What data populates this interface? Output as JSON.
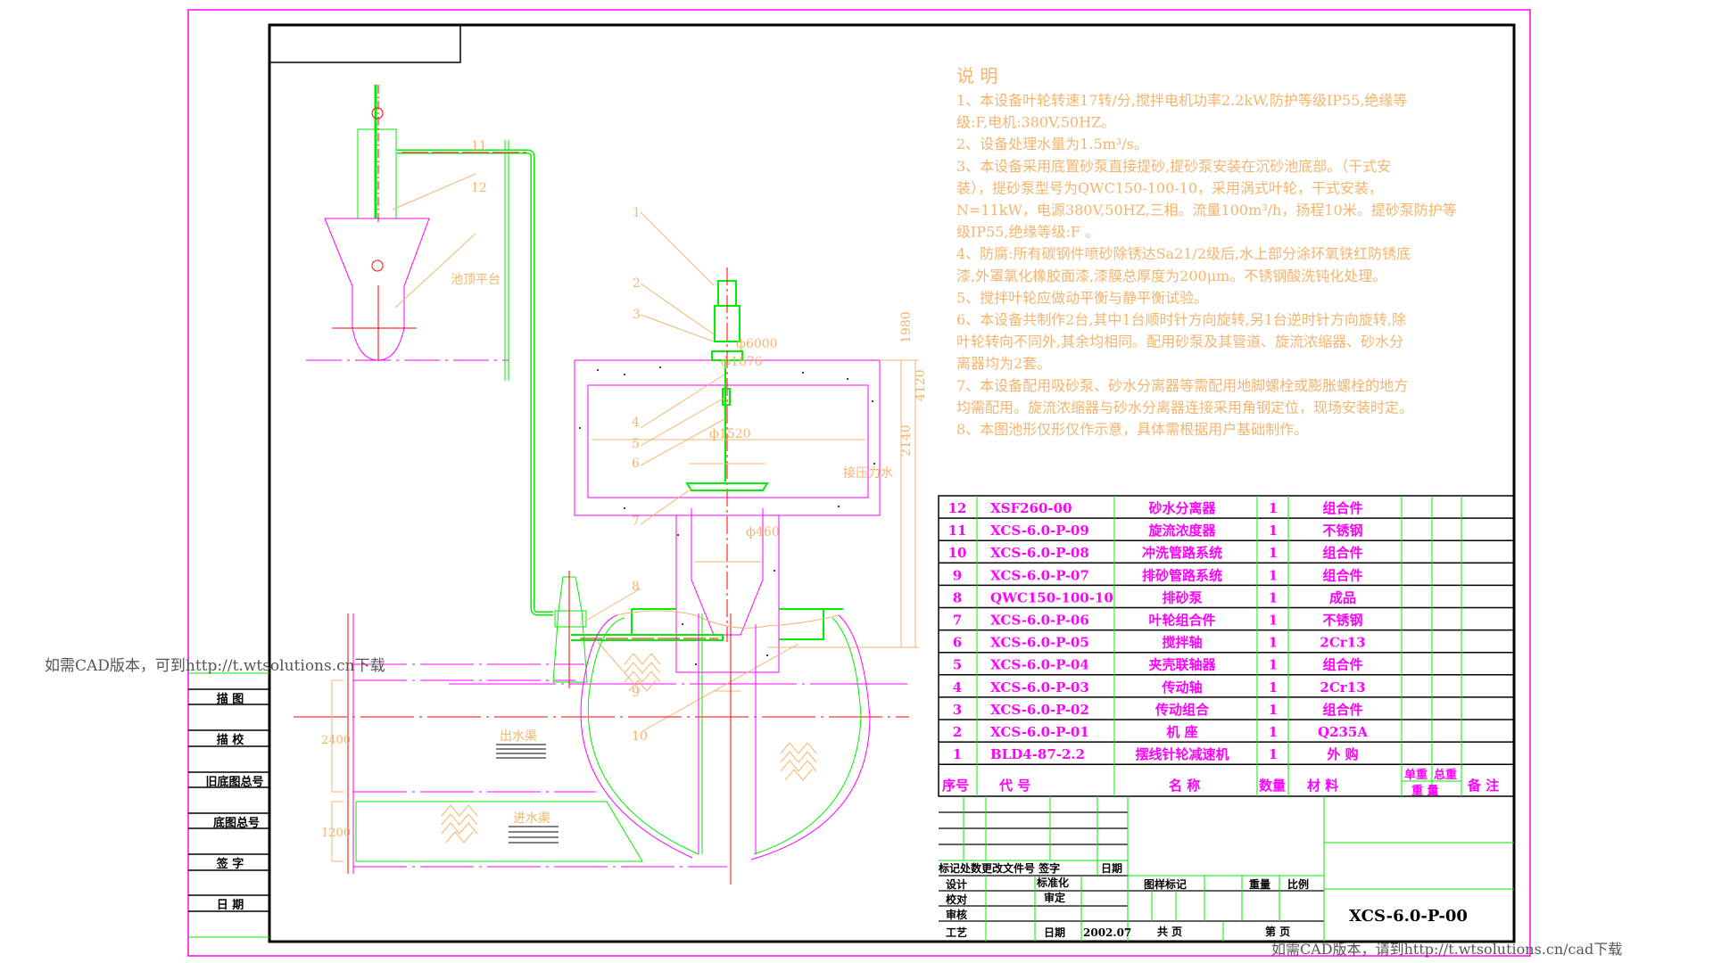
{
  "notes": {
    "title": "说    明",
    "lines": [
      "1、本设备叶轮转速17转/分,搅拌电机功率2.2kW,防护等级IP55,绝缘等",
      "级:F,电机:380V,50HZ。",
      "2、设备处理水量为1.5m³/s。",
      "3、本设备采用底置砂泵直接提砂,提砂泵安装在沉砂池底部。（干式安",
      "装），提砂泵型号为QWC150-100-10，采用涡式叶轮，干式安装，",
      "N=11kW，电源380V,50HZ,三相。流量100m³/h，扬程10米。提砂泵防护等",
      "级IP55,绝缘等级:F 。",
      "4、防腐:所有碳钢件喷砂除锈达Sa21/2级后,水上部分涂环氧铁红防锈底",
      "漆,外罩氯化橡胶面漆,漆膜总厚度为200μm。不锈钢酸洗钝化处理。",
      "5、搅拌叶轮应做动平衡与静平衡试验。",
      "6、本设备共制作2台,其中1台顺时针方向旋转,另1台逆时针方向旋转,除",
      "叶轮转向不同外,其余均相同。配用砂泵及其管道、旋流浓缩器、砂水分",
      "离器均为2套。",
      "7、本设备配用吸砂泵、砂水分离器等需配用地脚螺栓或膨胀螺栓的地方",
      "均需配用。旋流浓缩器与砂水分离器连接采用角钢定位，现场安装时定。",
      "8、本图池形仅形仅作示意，具体需根据用户基础制作。"
    ]
  },
  "drawing": {
    "callouts": [
      "1",
      "2",
      "3",
      "4",
      "5",
      "6",
      "7",
      "8",
      "9",
      "10",
      "11",
      "12"
    ],
    "platform_label": "池顶平台",
    "pressure_water_label": "接压力水",
    "dims": {
      "d6000": "ф6000",
      "d1676": "ф1676",
      "d1520": "ф1520",
      "d460": "ф460",
      "h1980": "1980",
      "h4120": "4120",
      "h2140": "2140"
    },
    "plan": {
      "outlet": "出水渠",
      "inlet": "进水渠",
      "w2400": "2400",
      "w1200": "1200"
    }
  },
  "bom": {
    "rows": [
      {
        "no": "12",
        "code": "XSF260-00",
        "name": "砂水分离器",
        "qty": "1",
        "material": "组合件"
      },
      {
        "no": "11",
        "code": "XCS-6.0-P-09",
        "name": "旋流浓度器",
        "qty": "1",
        "material": "不锈钢"
      },
      {
        "no": "10",
        "code": "XCS-6.0-P-08",
        "name": "冲洗管路系统",
        "qty": "1",
        "material": "组合件"
      },
      {
        "no": "9",
        "code": "XCS-6.0-P-07",
        "name": "排砂管路系统",
        "qty": "1",
        "material": "组合件"
      },
      {
        "no": "8",
        "code": "QWC150-100-10",
        "name": "排砂泵",
        "qty": "1",
        "material": "成品"
      },
      {
        "no": "7",
        "code": "XCS-6.0-P-06",
        "name": "叶轮组合件",
        "qty": "1",
        "material": "不锈钢"
      },
      {
        "no": "6",
        "code": "XCS-6.0-P-05",
        "name": "搅拌轴",
        "qty": "1",
        "material": "2Cr13"
      },
      {
        "no": "5",
        "code": "XCS-6.0-P-04",
        "name": "夹壳联轴器",
        "qty": "1",
        "material": "组合件"
      },
      {
        "no": "4",
        "code": "XCS-6.0-P-03",
        "name": "传动轴",
        "qty": "1",
        "material": "2Cr13"
      },
      {
        "no": "3",
        "code": "XCS-6.0-P-02",
        "name": "传动组合",
        "qty": "1",
        "material": "组合件"
      },
      {
        "no": "2",
        "code": "XCS-6.0-P-01",
        "name": "机  座",
        "qty": "1",
        "material": "Q235A"
      },
      {
        "no": "1",
        "code": "BLD4-87-2.2",
        "name": "摆线针轮减速机",
        "qty": "1",
        "material": "外  购"
      }
    ],
    "headers": {
      "no": "序号",
      "code": "代    号",
      "name": "名        称",
      "qty": "数量",
      "material": "材    料",
      "unit_weight": "单重",
      "total_weight": "总重",
      "weight": "重  量",
      "remark": "备 注"
    }
  },
  "titleblock": {
    "revision_header": "标记处数更改文件号 签字",
    "date_col": "日期",
    "design": "设计",
    "check": "校对",
    "review": "审核",
    "process": "工艺",
    "standard": "标准化",
    "approve": "审定",
    "date_label": "日期",
    "date_value": "2002.07",
    "sample_mark": "图样标记",
    "weight": "重量",
    "scale": "比例",
    "total_pages": "共    页",
    "page": "第    页",
    "drawing_no": "XCS-6.0-P-00"
  },
  "sidebar": [
    "描  图",
    "描  校",
    "旧底图总号",
    "底图总号",
    "签  字",
    "日  期"
  ],
  "watermarks": {
    "left": "如需CAD版本，可到http://t.wtsolutions.cn下载",
    "bottom": "如需CAD版本，请到http://t.wtsolutions.cn/cad下载"
  }
}
